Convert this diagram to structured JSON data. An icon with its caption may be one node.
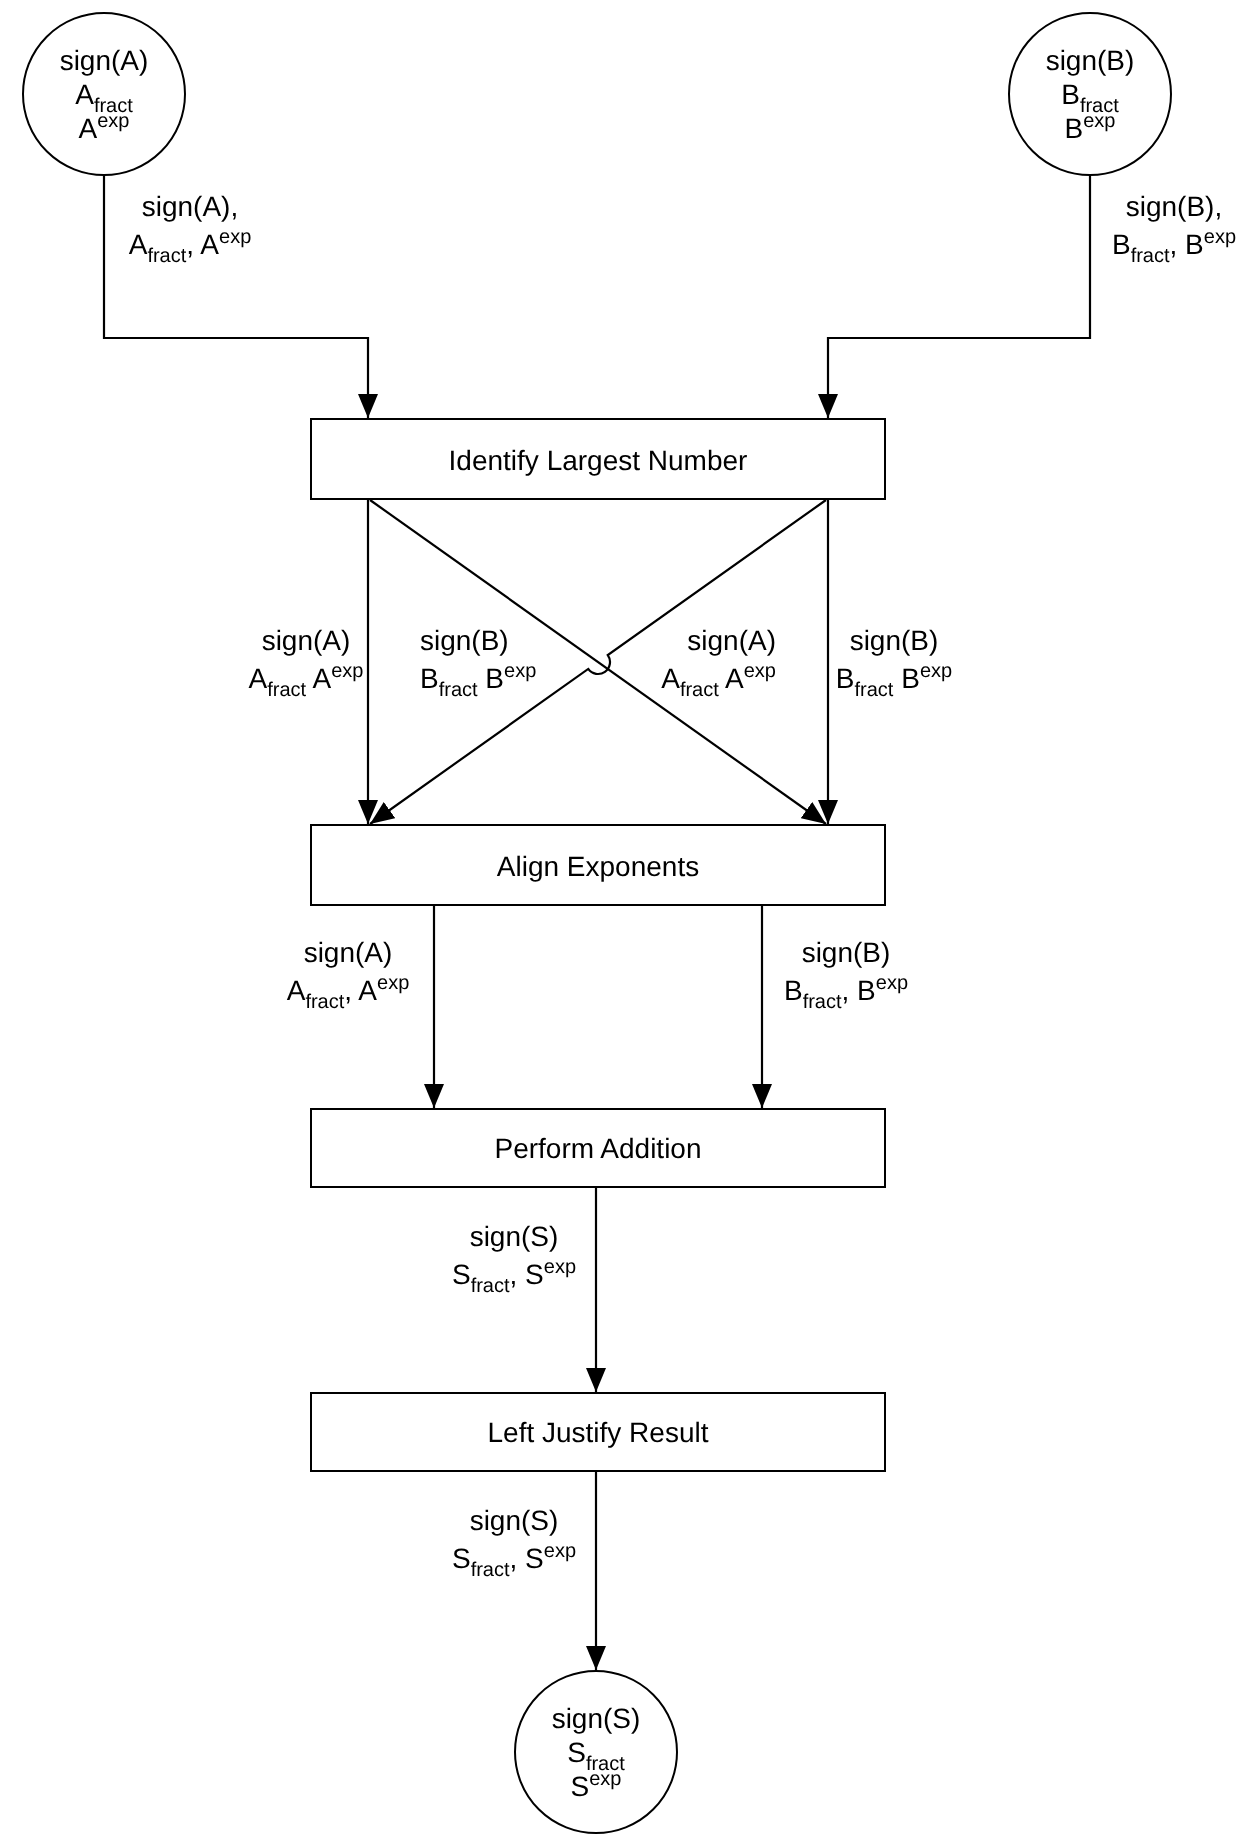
{
  "diagram": {
    "nodes": [
      {
        "text": [
          "sign(A)",
          "A$_{fract}$",
          "A$^{exp}$"
        ]
      },
      {
        "text": [
          "sign(B)",
          "B$_{fract}$",
          "B$^{exp}$"
        ]
      },
      {
        "text": [
          "Identify Largest Number"
        ]
      },
      {
        "text": [
          "Align Exponents"
        ]
      },
      {
        "text": [
          "Perform Addition"
        ]
      },
      {
        "text": [
          "Left Justify Result"
        ]
      },
      {
        "text": [
          "sign(S)",
          "S$_{fract}$",
          "S$^{exp}$"
        ]
      }
    ],
    "edges": [
      {
        "from": 0,
        "to": 2,
        "arrow": "to",
        "label": "sign(A), A$_{fract}$, A$^{exp}$"
      },
      {
        "from": 1,
        "to": 2,
        "arrow": "to",
        "label": "sign(B), B$_{fract}$, B$^{exp}$"
      },
      {
        "from": 2,
        "to": 3,
        "arrow": "to",
        "label": "sign(A) A$_{fract}$ A$^{exp}$"
      },
      {
        "from": 2,
        "to": 3,
        "arrow": "to",
        "label": "sign(B) B$_{fract}$ B$^{exp}$"
      },
      {
        "from": 2,
        "to": 3,
        "arrow": "to",
        "label": "sign(A) A$_{fract}$ A$^{exp}$"
      },
      {
        "from": 2,
        "to": 3,
        "arrow": "to",
        "label": "sign(B) B$_{fract}$ B$^{exp}$"
      },
      {
        "from": 3,
        "to": 4,
        "arrow": "to",
        "label": "sign(A) A$_{fract}$, A$^{exp}$"
      },
      {
        "from": 3,
        "to": 4,
        "arrow": "to",
        "label": "sign(B) B$_{fract}$, B$^{exp}$"
      },
      {
        "from": 4,
        "to": 5,
        "arrow": "to",
        "label": "sign(S) S$_{fract}$, S$^{exp}$"
      },
      {
        "from": 5,
        "to": 6,
        "arrow": "to",
        "label": "sign(S) S$_{fract}$, S$^{exp}$"
      }
    ]
  }
}
